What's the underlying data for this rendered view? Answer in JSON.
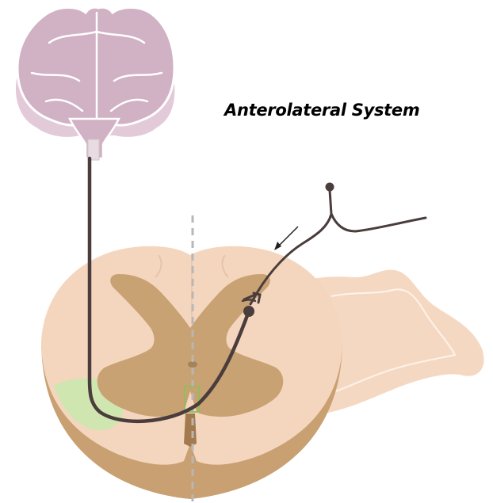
{
  "title": "Anterolateral System",
  "colors": {
    "brain": "#d1b1c4",
    "brain_back": "#e2cad8",
    "brain_outline": "#ffffff",
    "white_matter": "#f4d6bf",
    "white_matter_lower": "#c8a071",
    "gray_matter": "#c9a273",
    "dorsal_root": "#f5d8c2",
    "anterolateral_tract_region": "#cfe6b1",
    "fiber": "#4a3d3c",
    "midline": "#b7b7b7",
    "decussation_box": "#8cc05b"
  },
  "icons": {
    "brain": "brain-illustration",
    "spinal_cord": "spinal-cord-cross-section",
    "arrow": "signal-direction-arrow"
  }
}
